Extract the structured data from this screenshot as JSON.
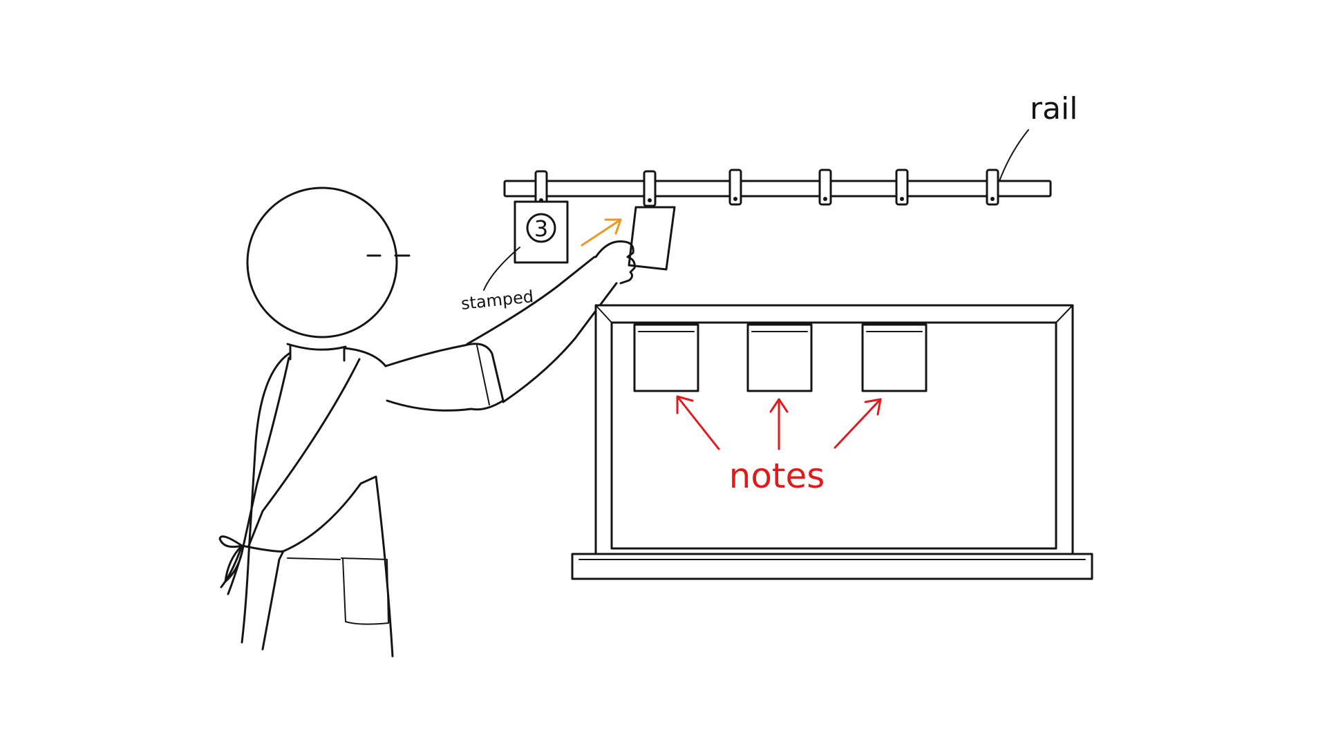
{
  "labels": {
    "rail": "rail",
    "stamped": "stamped",
    "ticket_number": "3",
    "notes": "notes"
  },
  "colors": {
    "ink": "#141414",
    "notes_annotation": "#e3191c",
    "pin_arrow": "#f0961e",
    "background": "#ffffff"
  }
}
